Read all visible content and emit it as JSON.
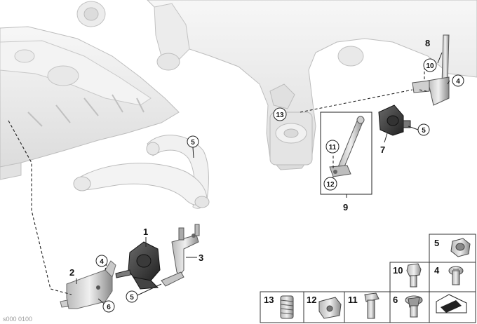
{
  "callouts": {
    "c1": "1",
    "c2": "2",
    "c3": "3",
    "c4a": "4",
    "c4b": "4",
    "c5a": "5",
    "c5b": "5",
    "c5c": "5",
    "c6": "6",
    "c7": "7",
    "c8": "8",
    "c9": "9",
    "c10": "10",
    "c11": "11",
    "c12": "12",
    "c13": "13"
  },
  "legend": {
    "c5": "5",
    "c10": "10",
    "c4": "4",
    "c13": "13",
    "c12": "12",
    "c11": "11",
    "c6": "6"
  },
  "watermark": "s000 0100"
}
